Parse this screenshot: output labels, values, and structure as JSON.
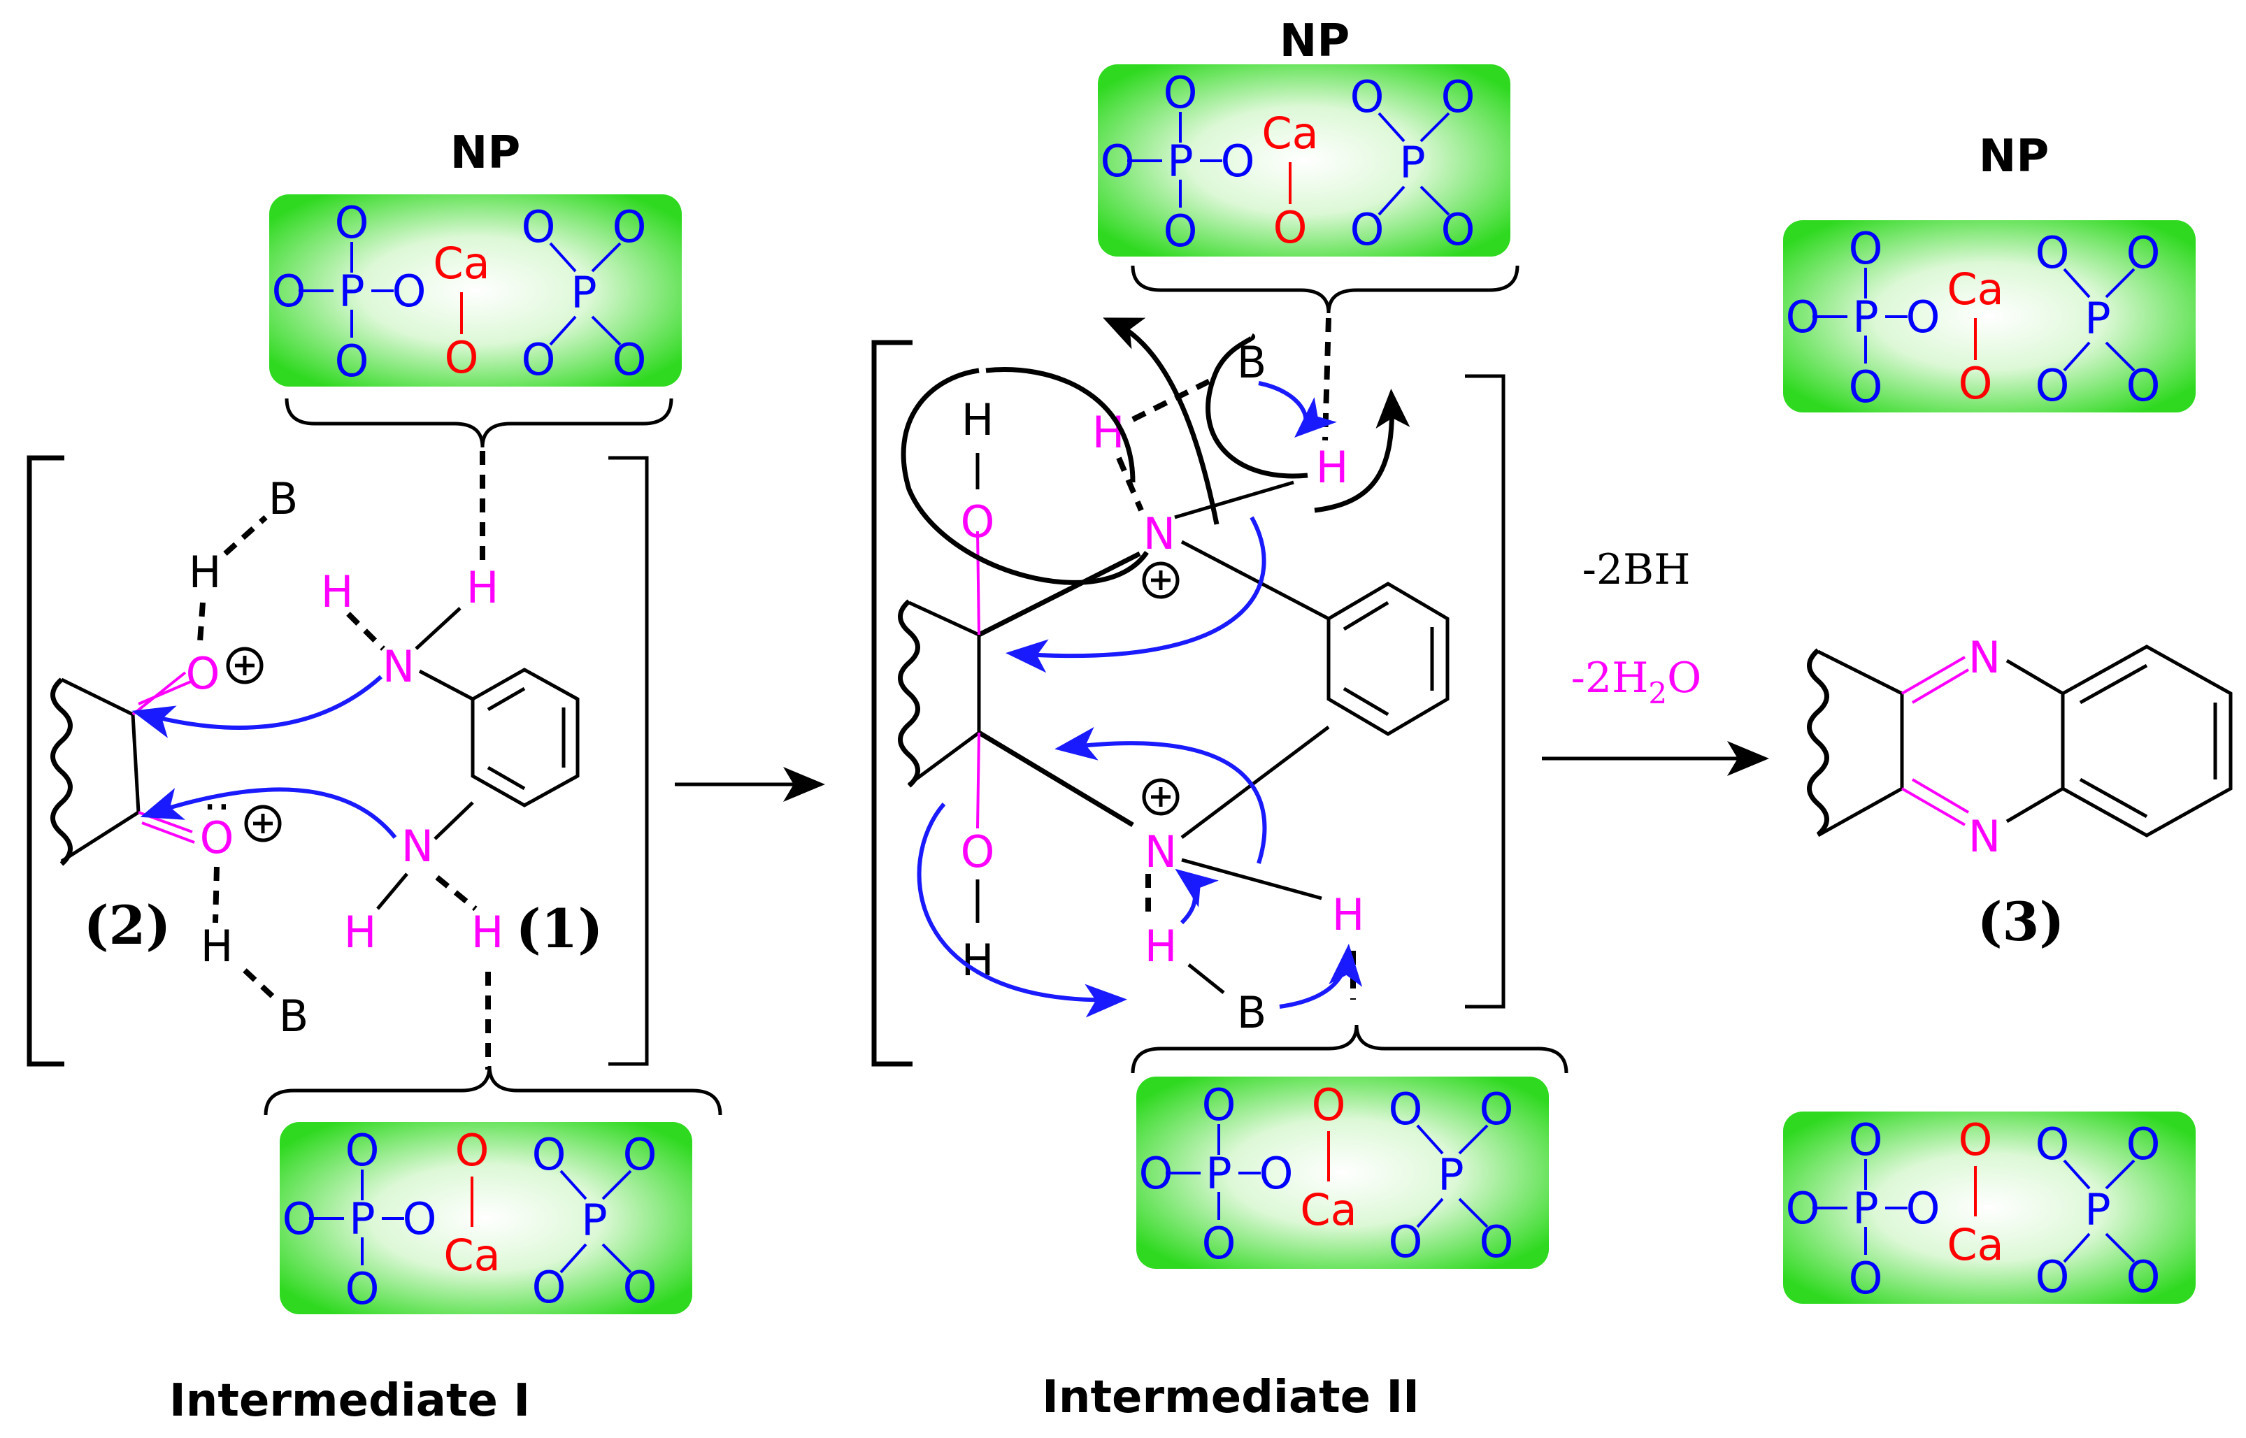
{
  "labels": {
    "np": "NP",
    "intermediate1": "Intermediate I",
    "intermediate2": "Intermediate II",
    "compound1": "(1)",
    "compound2": "(2)",
    "compound3": "(3)"
  },
  "conditions": {
    "line1": "-2BH",
    "line2_prefix": "-2H",
    "line2_subscript": "2",
    "line2_suffix": "O"
  },
  "atoms": {
    "oxygen": "O",
    "phosphorus": "P",
    "calcium": "Ca",
    "nitrogen": "N",
    "hydrogen": "H",
    "base": "B",
    "plus": "+",
    "lone_pair": ".."
  },
  "colors": {
    "amine": "#ff00ff",
    "calcium": "#ff0000",
    "phosphate": "#0000ff",
    "nanoparticle_center": "#e6fce6",
    "nanoparticle_edge": "#33dd22",
    "electron_arrow": "#1a1aff",
    "bond": "#000000"
  }
}
